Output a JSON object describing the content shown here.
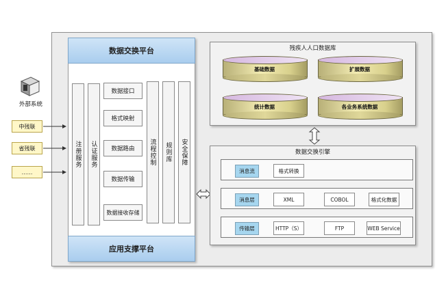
{
  "external": {
    "title": "外部系统",
    "items": [
      "中残联",
      "省残联",
      "……"
    ]
  },
  "platform": {
    "top_title": "数据交换平台",
    "bottom_title": "应用支撑平台",
    "register": "注册服务",
    "auth": "认证服务",
    "functions": [
      "数据接口",
      "格式映射",
      "数据路由",
      "数据传输",
      "数据接收存储"
    ],
    "flow": "流程控制",
    "rules": "规则库",
    "security": "安全保障"
  },
  "database": {
    "title": "残疾人人口数据库",
    "items": [
      "基础数据",
      "扩展数据",
      "统计数据",
      "各业务系统数据"
    ]
  },
  "engine": {
    "title": "数据交换引擎",
    "rows": [
      {
        "tag": "消息流",
        "items": [
          "格式转换"
        ]
      },
      {
        "tag": "消息层",
        "items": [
          "XML",
          "COBOL",
          "格式化数据"
        ]
      },
      {
        "tag": "传输层",
        "items": [
          "HTTP（S）",
          "FTP",
          "WEB Service"
        ]
      }
    ]
  },
  "colors": {
    "banner": "#a9cdee",
    "cylinder": "#f3ecb3",
    "tag": "#a6d6ef",
    "external_box": "#fff7c8"
  }
}
